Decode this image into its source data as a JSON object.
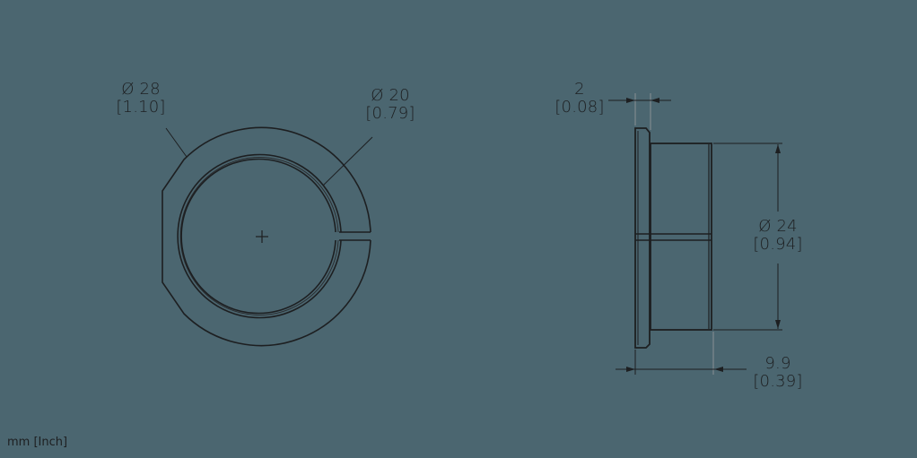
{
  "drawing": {
    "background_color": "#4b6670",
    "line_color": "#1d1f21",
    "units_label": "mm [Inch]",
    "front_view": {
      "outer_diameter": {
        "mm": "Ø 28",
        "inch": "[1.10]"
      },
      "inner_diameter": {
        "mm": "Ø 20",
        "inch": "[0.79]"
      }
    },
    "side_view": {
      "flange_thickness": {
        "mm": "2",
        "inch": "[0.08]"
      },
      "body_diameter": {
        "mm": "Ø 24",
        "inch": "[0.94]"
      },
      "total_length": {
        "mm": "9.9",
        "inch": "[0.39]"
      }
    }
  }
}
